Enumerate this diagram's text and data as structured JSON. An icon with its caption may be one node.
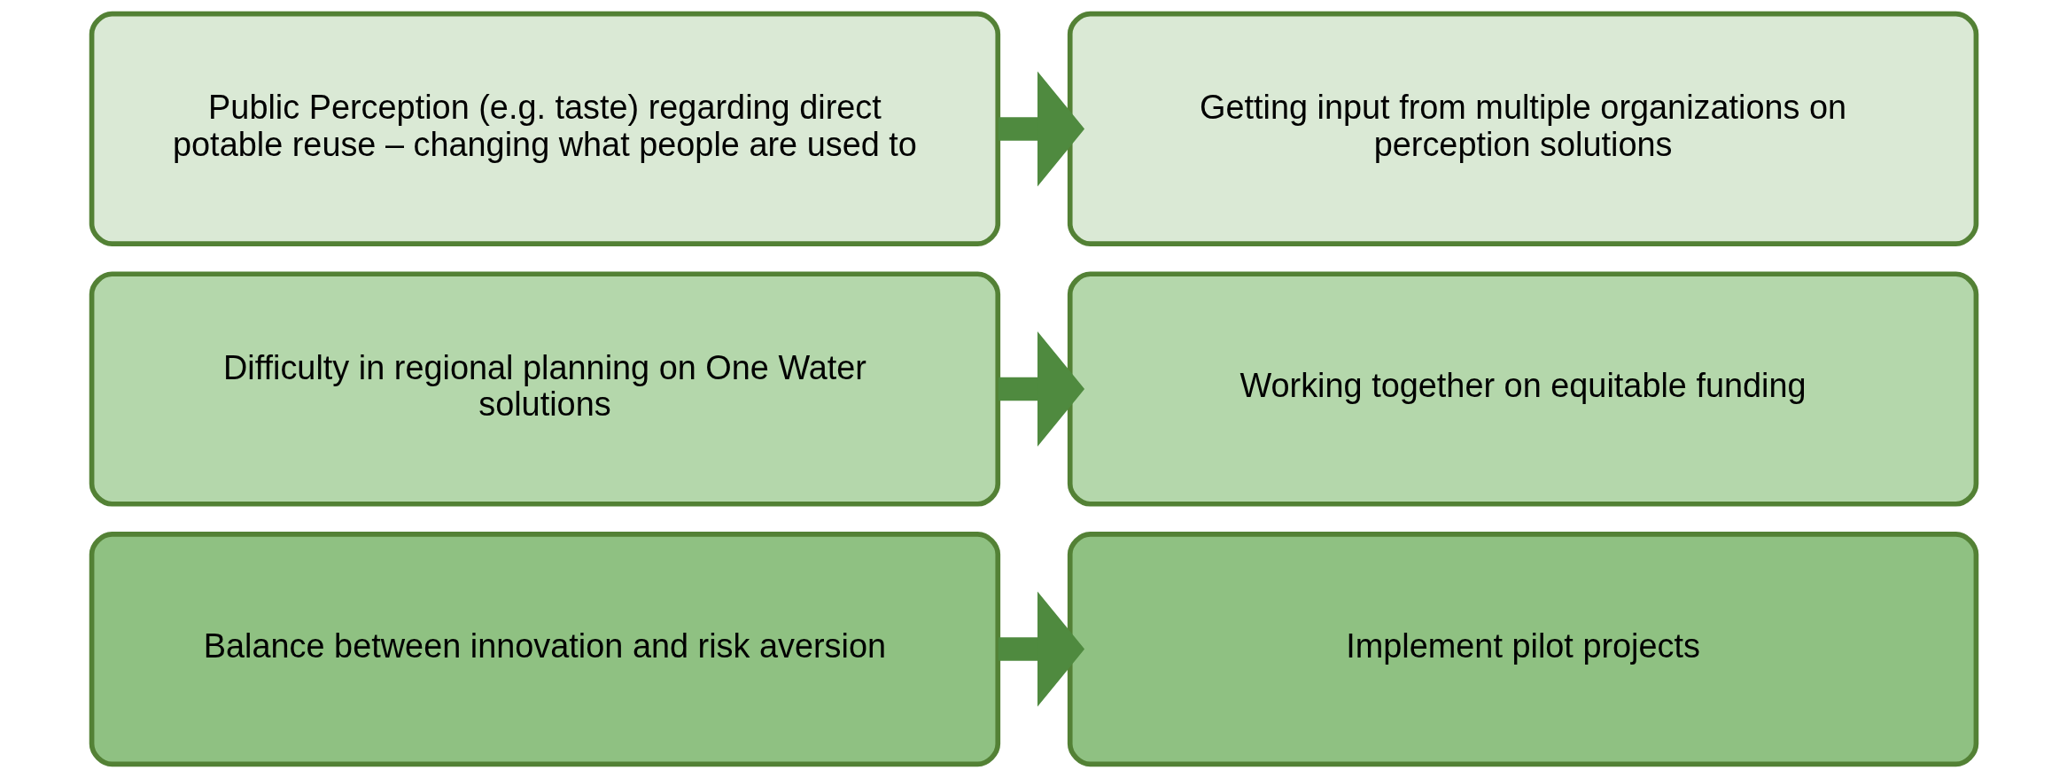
{
  "diagram": {
    "nodes": [
      {
        "text": [
          "Public Perception (e.g. taste) regarding direct potable reuse – changing what people are used to"
        ]
      },
      {
        "text": [
          "Getting input from multiple organizations on perception solutions"
        ]
      },
      {
        "text": [
          "Difficulty in regional planning on One Water solutions"
        ]
      },
      {
        "text": [
          "Working together on equitable funding"
        ]
      },
      {
        "text": [
          "Balance between innovation and risk aversion"
        ]
      },
      {
        "text": [
          "Implement pilot projects"
        ]
      }
    ],
    "edges": [
      {
        "from": 0,
        "to": 1,
        "arrow": "to"
      },
      {
        "from": 2,
        "to": 3,
        "arrow": "to"
      },
      {
        "from": 4,
        "to": 5,
        "arrow": "to"
      }
    ]
  }
}
